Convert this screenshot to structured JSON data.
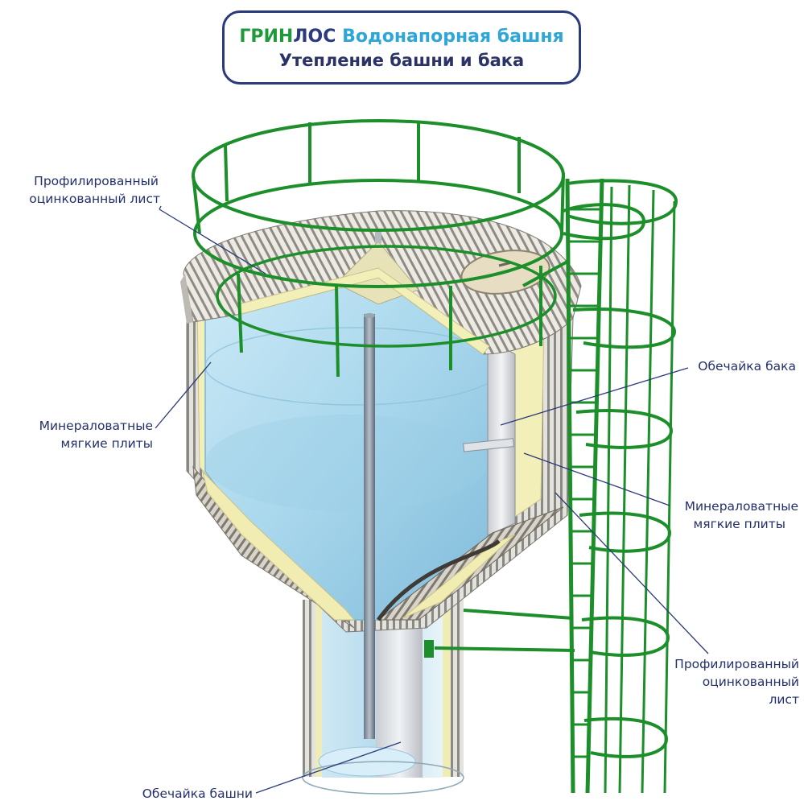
{
  "title": {
    "brand_part1": "ГРИН",
    "brand_part2": "ЛОС",
    "subtitle": "Водонапорная башня",
    "line2": "Утепление башни и бака"
  },
  "labels": {
    "roof_sheet_line1": "Профилированный",
    "roof_sheet_line2": "оцинкованный лист",
    "tank_shell": "Обечайка бака",
    "wool_left_line1": "Минераловатные",
    "wool_left_line2": "мягкие плиты",
    "wool_right_line1": "Минераловатные",
    "wool_right_line2": "мягкие плиты",
    "wall_sheet_line1": "Профилированный",
    "wall_sheet_line2": "оцинкованный",
    "wall_sheet_line3": "лист",
    "tower_shell": "Обечайка башни"
  },
  "colors": {
    "railing_green": "#1c8f2a",
    "water_blue": "#a9d8ee",
    "insulation_yellow": "#f3efb8",
    "sheet_metal": "#d9d7d0",
    "label_navy": "#23306b",
    "frame_navy": "#2b3a7a"
  }
}
